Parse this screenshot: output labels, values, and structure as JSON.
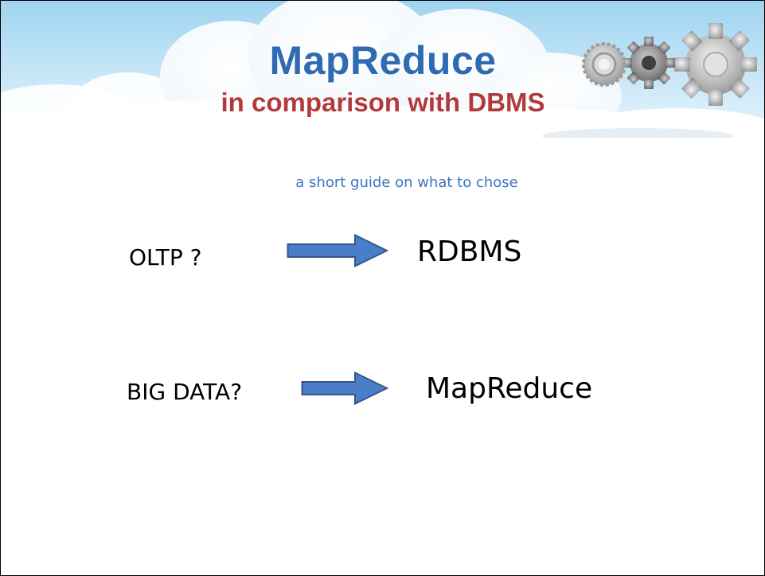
{
  "slide": {
    "title": "MapReduce",
    "subtitle_heading": "in comparison with DBMS",
    "tagline": "a short guide on what to chose",
    "rows": [
      {
        "question": "OLTP ?",
        "answer": "RDBMS"
      },
      {
        "question": "BIG DATA?",
        "answer": "MapReduce"
      }
    ]
  },
  "colors": {
    "title": "#2f6bb3",
    "subtitle_heading": "#b33a3a",
    "tagline": "#3d74c0",
    "arrow_fill": "#4a7ec9",
    "arrow_stroke": "#33578d",
    "sky": "#bfe3f5"
  },
  "icons": [
    "cloud-banner-graphic",
    "gears-icon",
    "right-arrow-icon"
  ]
}
